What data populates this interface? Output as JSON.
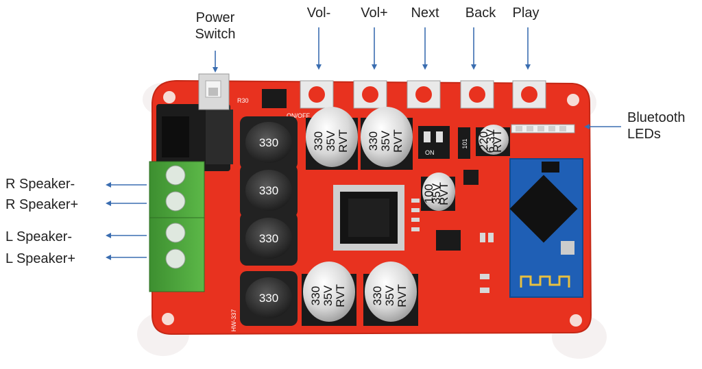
{
  "labels": {
    "power_switch": [
      "Power",
      "Switch"
    ],
    "vol_minus": "Vol-",
    "vol_plus": "Vol+",
    "next": "Next",
    "back": "Back",
    "play": "Play",
    "bluetooth_leds": [
      "Bluetooth",
      "LEDs"
    ],
    "r_speaker_minus": "R Speaker-",
    "r_speaker_plus": "R Speaker+",
    "l_speaker_minus": "L Speaker-",
    "l_speaker_plus": "L Speaker+"
  },
  "board": {
    "capacitor_text": [
      "330",
      "35V",
      "RVT"
    ],
    "small_cap_text": [
      "100",
      "35V",
      "RVT"
    ],
    "small_cap2_text": [
      "220",
      "6.3V",
      "RVT"
    ],
    "inductor_text": "330",
    "model_text": "HW-337",
    "dip_switch_text": "ON",
    "resistor_text": "101"
  },
  "colors": {
    "pcb": "#e8321f",
    "label_text": "#222222",
    "arrow": "#3a6db0",
    "terminal_green": "#4aa33a",
    "bt_module": "#1f5fb5"
  }
}
